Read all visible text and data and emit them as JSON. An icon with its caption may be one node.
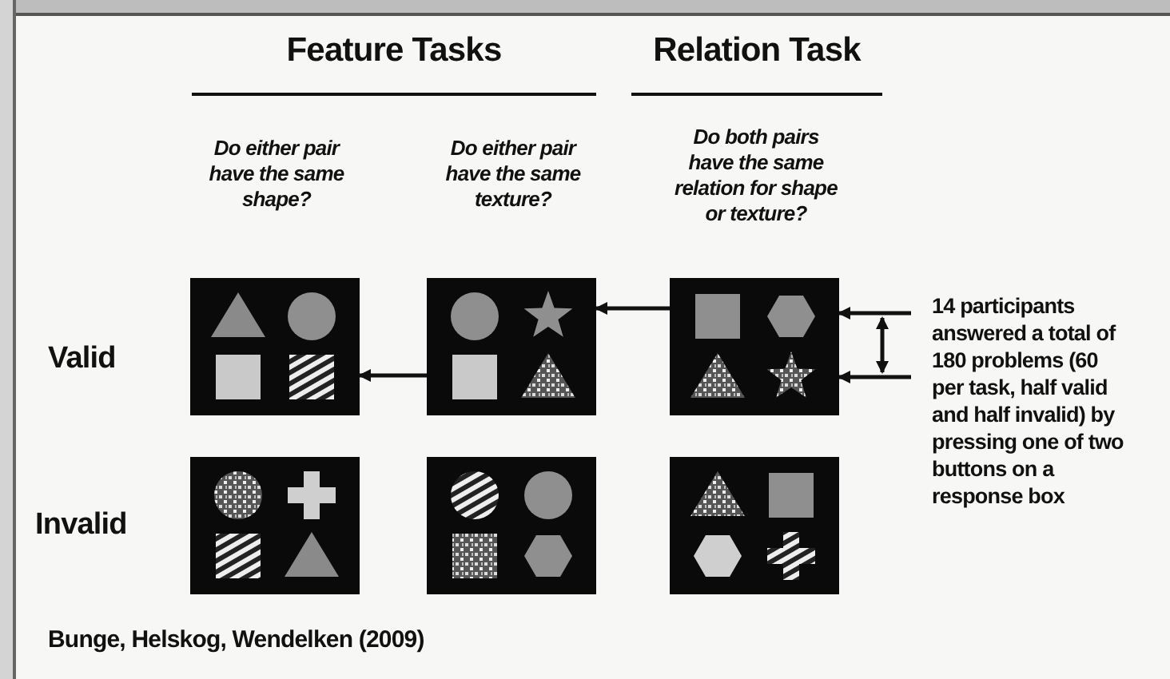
{
  "diagram": {
    "caption": "Bunge, Helskog, Wendelken (2009)",
    "nodes": [
      {
        "text": [],
        "shape": "picture"
      },
      {
        "text": [],
        "shape": "picture"
      },
      {
        "text": [],
        "shape": "picture"
      },
      {
        "text": [],
        "shape": "picture"
      },
      {
        "text": [],
        "shape": "picture"
      },
      {
        "text": [],
        "shape": "picture"
      }
    ],
    "edges": [
      {
        "from": 2,
        "to": 1,
        "arrow": "to"
      },
      {
        "from": 1,
        "to": 0,
        "arrow": "to"
      },
      {
        "from": null,
        "to": 2,
        "arrow": "to"
      },
      {
        "from": null,
        "to": 2,
        "arrow": "to"
      }
    ],
    "labels": [
      "Feature Tasks",
      "Relation Task",
      "Do either pair have the same shape?",
      "Do either pair have the same texture?",
      "Do both pairs have the same relation for shape or texture?",
      "Valid",
      "14 participants answered a total of 180 problems (60 per task, half valid and half invalid) by pressing one of two buttons on a response box",
      "Invalid"
    ]
  }
}
